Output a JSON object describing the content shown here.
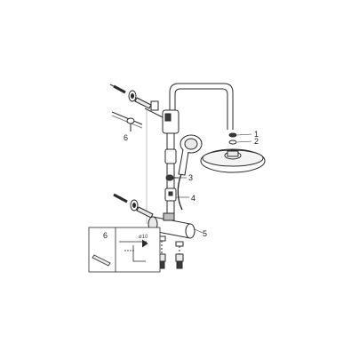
{
  "callouts": {
    "c1": "1",
    "c2": "2",
    "c3": "3",
    "c4": "4",
    "c5": "5",
    "c6": "6",
    "c6_inset": "6"
  },
  "inset": {
    "dimension": "ø10"
  },
  "colors": {
    "line": "#2a2a2a",
    "fill_light": "#e9e9e9",
    "fill_mid": "#bdbdbd",
    "fill_dark": "#3a3a3a"
  },
  "icons": [
    "screw-icon",
    "washer-icon",
    "drill-icon",
    "allen-key-icon",
    "o-ring-icon"
  ]
}
